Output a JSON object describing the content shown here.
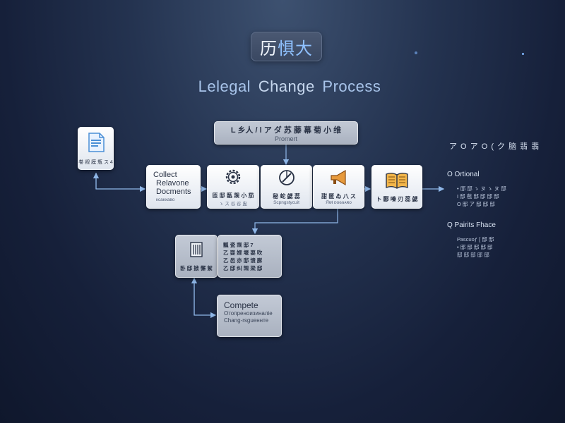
{
  "colors": {
    "background": "#1b2742",
    "accent": "#7fb6ff",
    "card": "#f2f5f9",
    "connector": "#8fb7e8",
    "book": "#e8a53a",
    "megaphone": "#d9822b"
  },
  "logo": {
    "text_a": "历",
    "text_b": "惧大"
  },
  "title": {
    "word1": "Lelegal",
    "word2": "Change",
    "word3": "Process"
  },
  "header": {
    "line1": "L 乡人 / l ア ダ 苏 藤 幕 菊 小 维",
    "line2": "Promert"
  },
  "doc": {
    "icon": "document-icon",
    "caption": "卷 觊 膜 瓶 ス 4"
  },
  "collect": {
    "line1": "Collect",
    "line2": "Relavone",
    "line3": "Docments",
    "sub": "ксакхаво"
  },
  "steps": [
    {
      "icon": "gear-icon",
      "label": "匝 邸 匦 觊 小 茄",
      "sub": "ゝ ス 谷 谷 盅"
    },
    {
      "icon": "compass-icon",
      "label": "秘 蛇 勰 蕊",
      "sub": "Scpngstycuit"
    },
    {
      "icon": "megaphone-icon",
      "label": "甜 匿 ゐ 八 ス",
      "sub": "Яɐŧ ᴅᴏɢɢᴀʀᴏ"
    },
    {
      "icon": "book-icon",
      "label": "ト 郾 嗪 刃 蕊 勰",
      "sub": ""
    }
  ],
  "side": {
    "icon": "ledger-icon",
    "caption": "卧 邸 掀 懈 絮"
  },
  "list": {
    "lines": [
      "瓢 瓷 觊 邸 7",
      "乙 耍 娌 堰 耍 吹",
      "乙 邑 亦 邸 馈 膨",
      "乙 邸 纠 觊 梁 邸"
    ]
  },
  "complete": {
    "title": "Compete",
    "desc1": "Отопреноизиналіе",
    "desc2": "Chang-rsguеннте"
  },
  "right": {
    "heading": "ア O ア O ( ク 脑 翡 翡",
    "opt1_title": "O Ortional",
    "opt1_lines": [
      "• 邸 邸 ゝ ヌ ゝ ヌ 邸",
      "I 邸 苞 邸 邸 邸 邸",
      "O 邸 ア 邸 邸 邸"
    ],
    "opt2_title": "Q Pairits Fhace",
    "opt2_lines": [
      "Раѕсʊoƒ [ 邸 邸",
      "• 邸 邸 邸 邸 邸",
      "邸 邸 邸 邸 邸"
    ]
  }
}
